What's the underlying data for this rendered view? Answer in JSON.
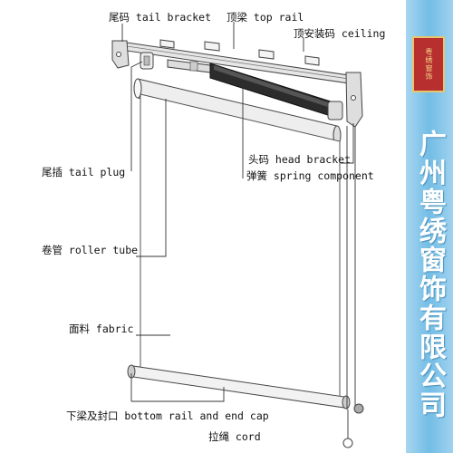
{
  "labels": {
    "tail_bracket": "尾码 tail bracket",
    "top_rail": "顶梁 top rail",
    "ceiling": "顶安装码 ceiling",
    "head_bracket": "头码 head bracket",
    "tail_plug": "尾插 tail plug",
    "spring_component": "弹簧 spring component",
    "roller_tube": "卷管 roller tube",
    "fabric": "面料 fabric",
    "bottom_rail": "下梁及封口 bottom rail and end cap",
    "cord": "拉绳 cord"
  },
  "sidebar": {
    "company": "广州粤绣窗饰有限公司",
    "logo_text": "粤绣窗饰"
  },
  "colors": {
    "sidebar_blue": "#7cc3ea",
    "logo_red": "#b72f2f",
    "line": "#333333"
  }
}
